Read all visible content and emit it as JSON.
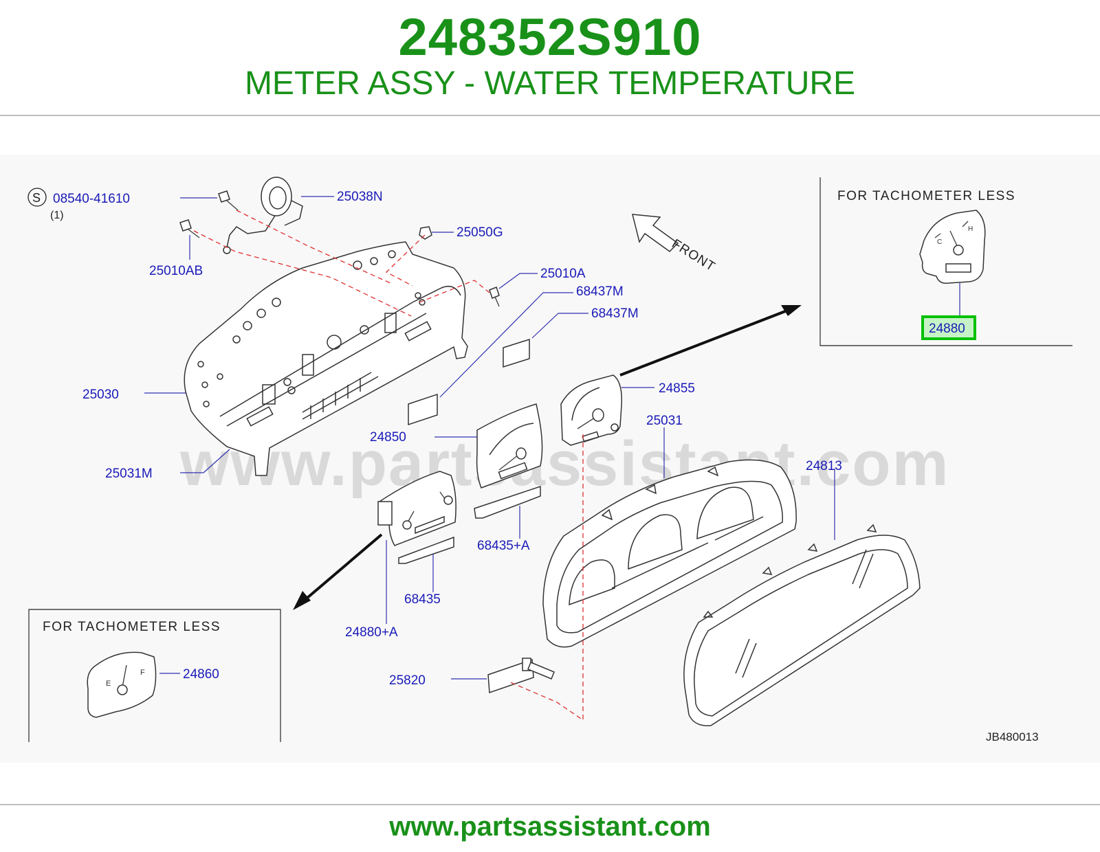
{
  "header": {
    "part_number": "248352S910",
    "part_name": "METER ASSY - WATER TEMPERATURE"
  },
  "diagram": {
    "watermark": "www.partsassistant.com",
    "front_label": "FRONT",
    "screw_symbol": "S",
    "screw_qty": "(1)",
    "drawing_code": "JB480013",
    "highlight_color": "#00c000",
    "callouts": {
      "c08540": "08540-41610",
      "c25038N": "25038N",
      "c25010AB": "25010AB",
      "c25050G": "25050G",
      "c25010A": "25010A",
      "c68437M_a": "68437M",
      "c68437M_b": "68437M",
      "c25030": "25030",
      "c25031M": "25031M",
      "c24855": "24855",
      "c24850": "24850",
      "c25031": "25031",
      "c24813": "24813",
      "c68435A": "68435+A",
      "c68435": "68435",
      "c24880A": "24880+A",
      "c25820": "25820",
      "c24860": "24860",
      "c24880": "24880"
    },
    "inset_right": {
      "title": "FOR  TACHOMETER  LESS"
    },
    "inset_left": {
      "title": "FOR  TACHOMETER  LESS"
    }
  },
  "footer": {
    "url": "www.partsassistant.com"
  }
}
